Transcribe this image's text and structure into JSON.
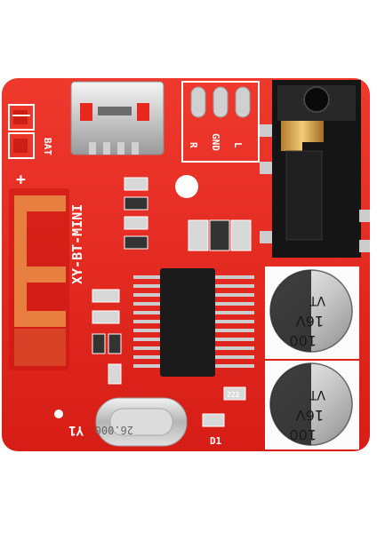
{
  "labels": {
    "model": "XY-BT-MINI",
    "bat": "BAT",
    "plus": "+",
    "pin_r": "R",
    "pin_gnd": "GND",
    "pin_l": "L",
    "cap1_line1": "100",
    "cap1_line2": "16V",
    "cap1_line3": "VT",
    "cap2_line1": "100",
    "cap2_line2": "16V",
    "cap2_line3": "VT",
    "crystal": "Y1",
    "crystal_marking": "26.000",
    "diode": "D1",
    "resistor_marking": "222"
  },
  "colors": {
    "pcb": "#e8271f",
    "pcb_dark": "#c51712",
    "silk": "#ffffff",
    "gold": "#d9a441",
    "copper": "#e98a45",
    "chip": "#1b1b1b"
  }
}
